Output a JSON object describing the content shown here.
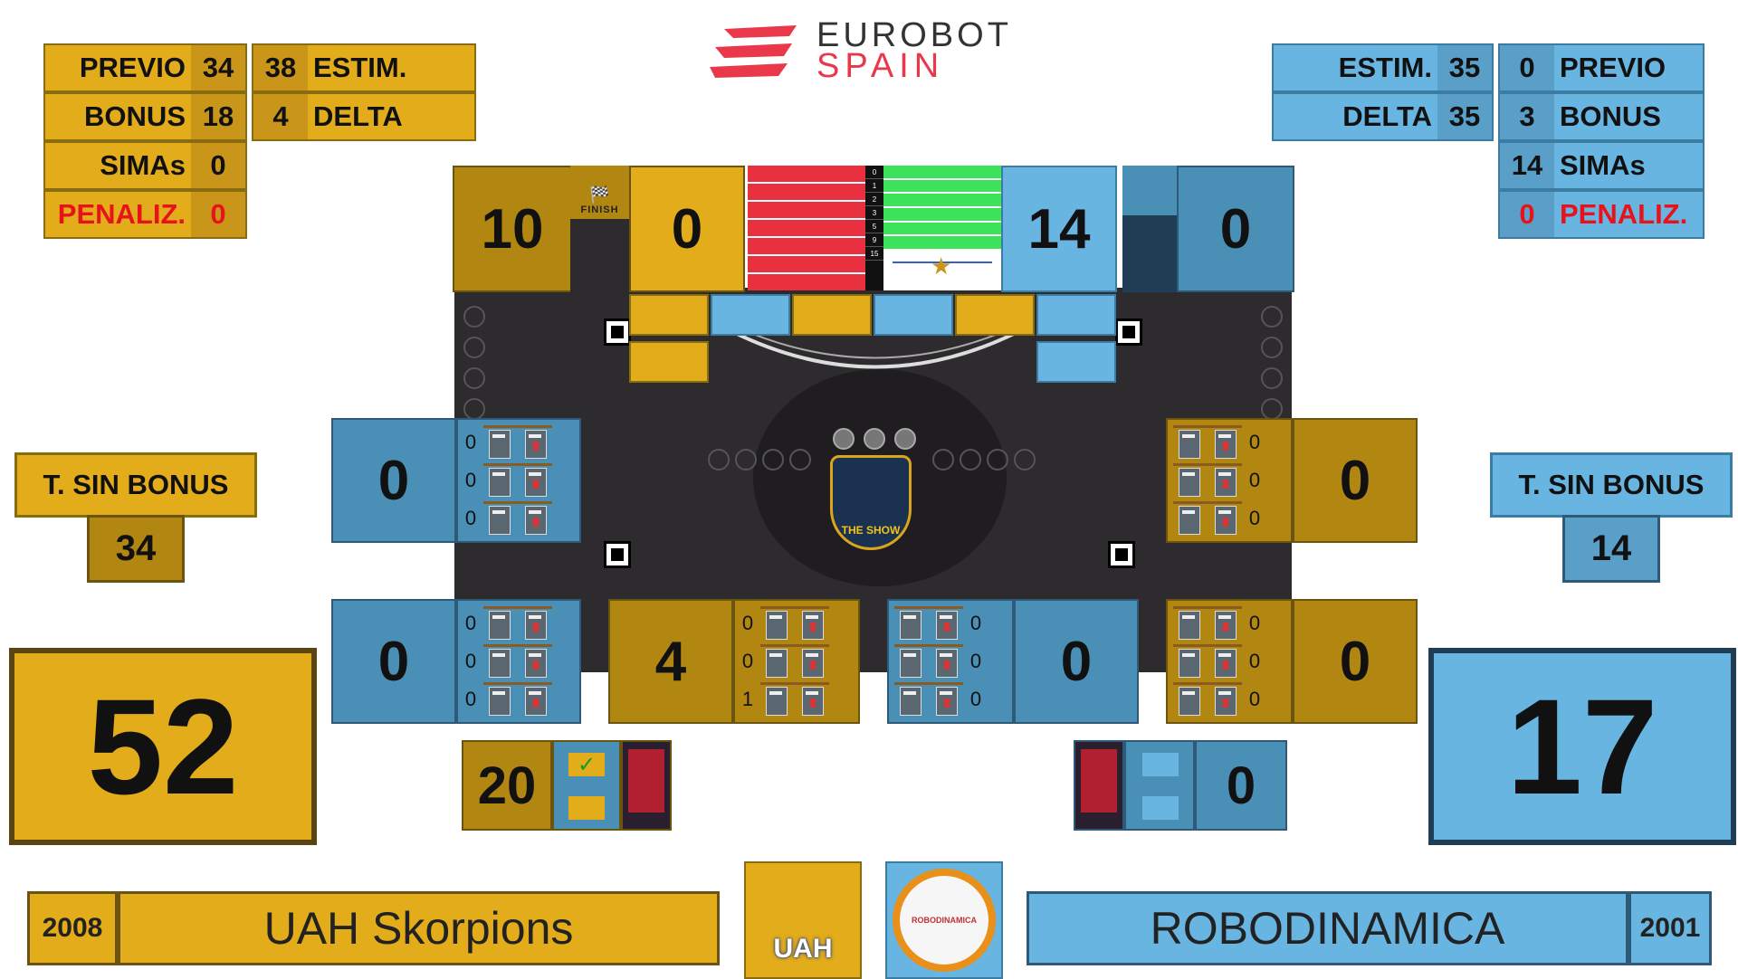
{
  "branding": {
    "line1": "EUROBOT",
    "line2": "SPAIN"
  },
  "yellow": {
    "stats": [
      {
        "label": "PREVIO",
        "value": "34"
      },
      {
        "label": "BONUS",
        "value": "18"
      },
      {
        "label": "SIMAs",
        "value": "0"
      },
      {
        "label": "PENALIZ.",
        "value": "0"
      }
    ],
    "estim": {
      "label": "ESTIM.",
      "value": "38"
    },
    "delta": {
      "label": "DELTA",
      "value": "4"
    },
    "sin_bonus": {
      "label": "T. SIN BONUS",
      "value": "34"
    },
    "total": "52",
    "team": {
      "year": "2008",
      "name": "UAH Skorpions",
      "logo_text": "UAH"
    },
    "finish_score": "10",
    "finish_label": "FINISH",
    "area_score": "0",
    "show_score": "20"
  },
  "blue": {
    "stats": [
      {
        "label": "PREVIO",
        "value": "0"
      },
      {
        "label": "BONUS",
        "value": "3"
      },
      {
        "label": "SIMAs",
        "value": "14"
      },
      {
        "label": "PENALIZ.",
        "value": "0"
      }
    ],
    "estim": {
      "label": "ESTIM.",
      "value": "35"
    },
    "delta": {
      "label": "DELTA",
      "value": "35"
    },
    "sin_bonus": {
      "label": "T. SIN BONUS",
      "value": "14"
    },
    "total": "17",
    "team": {
      "year": "2001",
      "name": "ROBODINAMICA",
      "logo_text": "ROBODINAMICA"
    },
    "area_score": "14",
    "corner_score": "0",
    "show_score": "0"
  },
  "ladder": [
    "0",
    "1",
    "2",
    "3",
    "5",
    "9",
    "15"
  ],
  "center_logo": "THE SHOW",
  "board": {
    "left_upper": {
      "score": "0",
      "rows": [
        "0",
        "0",
        "0"
      ]
    },
    "left_lower": {
      "score": "0",
      "rows": [
        "0",
        "0",
        "0"
      ]
    },
    "center_left": {
      "score": "4",
      "rows": [
        "0",
        "0",
        "1"
      ]
    },
    "center_right": {
      "score": "0",
      "rows": [
        "0",
        "0",
        "0"
      ]
    },
    "right_upper": {
      "score": "0",
      "rows": [
        "0",
        "0",
        "0"
      ]
    },
    "right_lower": {
      "score": "0",
      "rows": [
        "0",
        "0",
        "0"
      ]
    }
  },
  "check_mark": "✓",
  "colors": {
    "yellow": "#e3ac1a",
    "yellow_dark": "#b18712",
    "blue": "#68b5e1",
    "blue_dark": "#4a8fb5",
    "penalty": "#e8121a",
    "logo_red": "#e8384a"
  }
}
